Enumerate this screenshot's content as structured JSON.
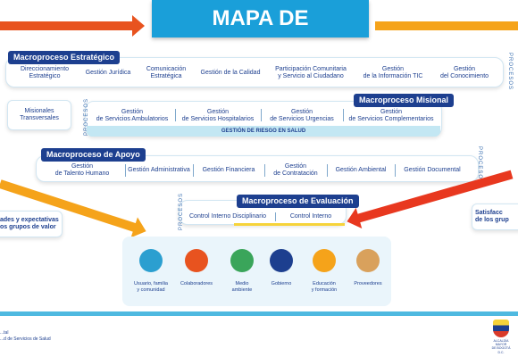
{
  "title": "MAPA DE PROCESOS",
  "estrategico": {
    "header": "Macroproceso Estratégico",
    "items": [
      "Direccionamiento\nEstratégico",
      "Gestión Jurídica",
      "Comunicación\nEstratégica",
      "Gestión de la Calidad",
      "Participación Comunitaria\ny Servicio al Ciudadano",
      "Gestión\nde la Información TIC",
      "Gestión\ndel Conocimiento"
    ],
    "side_label": "PROCESOS"
  },
  "misional": {
    "header": "Macroproceso Misional",
    "left_label": "Misionales\nTransversales",
    "vertical_label": "PROCESOS",
    "items": [
      "Gestión\nde Servicios Ambulatorios",
      "Gestión\nde Servicios Hospitalarios",
      "Gestión\nde Servicios Urgencias",
      "Gestión\nde Servicios Complementarios"
    ],
    "risk": "GESTIÓN DE RIESGO EN SALUD"
  },
  "apoyo": {
    "header": "Macroproceso de Apoyo",
    "items": [
      "Gestión\nde Talento Humano",
      "Gestión Administrativa",
      "Gestión Financiera",
      "Gestión\nde Contratación",
      "Gestión Ambiental",
      "Gestión Documental"
    ],
    "side_label": "PROCESOS"
  },
  "evaluacion": {
    "header": "Macroproceso  de Evaluación",
    "items": [
      "Control Interno Disciplinario",
      "Control Interno"
    ],
    "side_label": "PROCESOS"
  },
  "left_side": "ades y expectativas\nos grupos de valor",
  "right_side": "Satisfacc\nde los grup",
  "stakeholders": [
    {
      "label": "Usuario, familia\ny comunidad",
      "color": "#2b9fd0"
    },
    {
      "label": "Colaboradores",
      "color": "#e8531f"
    },
    {
      "label": "Medio\nambiente",
      "color": "#3aa55a"
    },
    {
      "label": "Gobierno",
      "color": "#1d3f8f"
    },
    {
      "label": "Educación\ny formación",
      "color": "#f5a31a"
    },
    {
      "label": "Proveedores",
      "color": "#d9a15c"
    }
  ],
  "footer": "...tal\n...d de Servicios de Salud",
  "logo_text": "ALCALDÍA MAYOR\nDE BOGOTÁ D.C."
}
